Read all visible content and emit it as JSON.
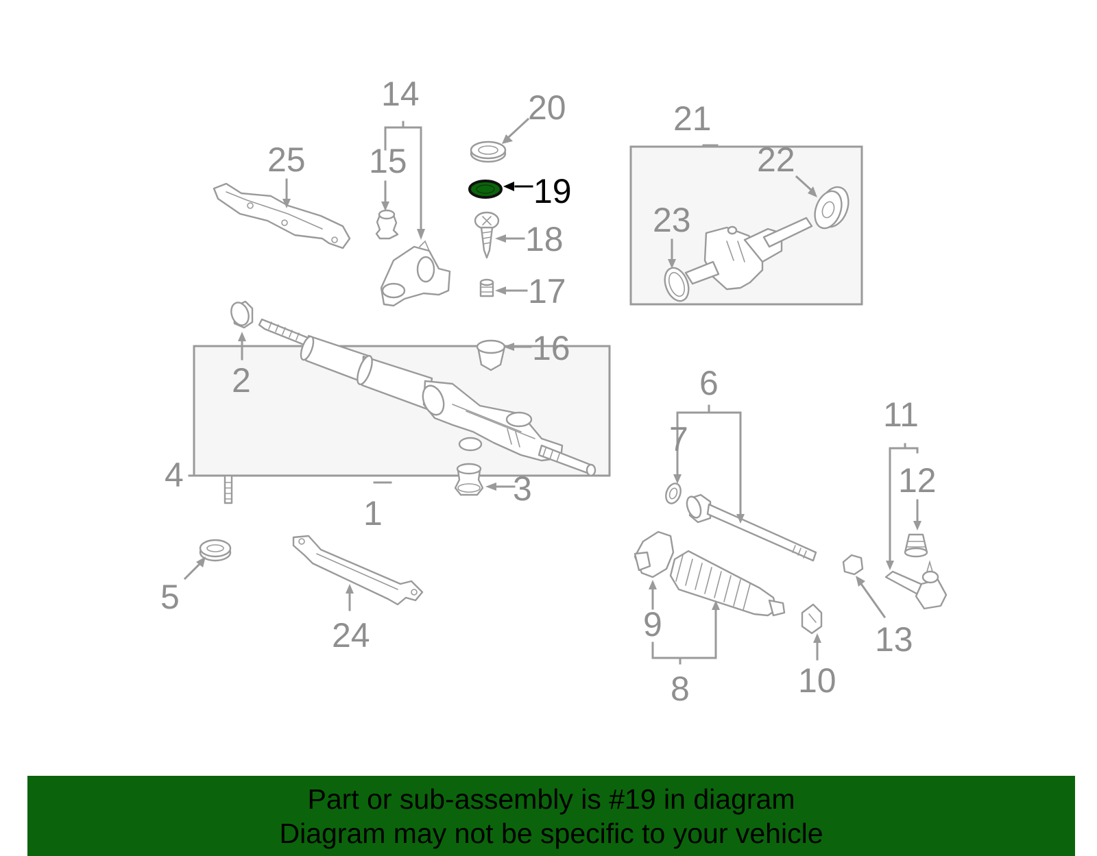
{
  "callouts": {
    "c1": "1",
    "c2": "2",
    "c3": "3",
    "c4": "4",
    "c5": "5",
    "c6": "6",
    "c7": "7",
    "c8": "8",
    "c9": "9",
    "c10": "10",
    "c11": "11",
    "c12": "12",
    "c13": "13",
    "c14": "14",
    "c15": "15",
    "c16": "16",
    "c17": "17",
    "c18": "18",
    "c19": "19",
    "c20": "20",
    "c21": "21",
    "c22": "22",
    "c23": "23",
    "c24": "24",
    "c25": "25"
  },
  "highlighted_part": "19",
  "colors": {
    "banner_background": "#0b640b",
    "banner_text": "#000000",
    "highlight": "#000000",
    "highlight_part_fill": "#0b640b",
    "line_art": "#9a9a9a"
  },
  "banner": {
    "line1": "Part or sub-assembly is #19 in diagram",
    "line2": "Diagram may not be specific to your vehicle"
  }
}
